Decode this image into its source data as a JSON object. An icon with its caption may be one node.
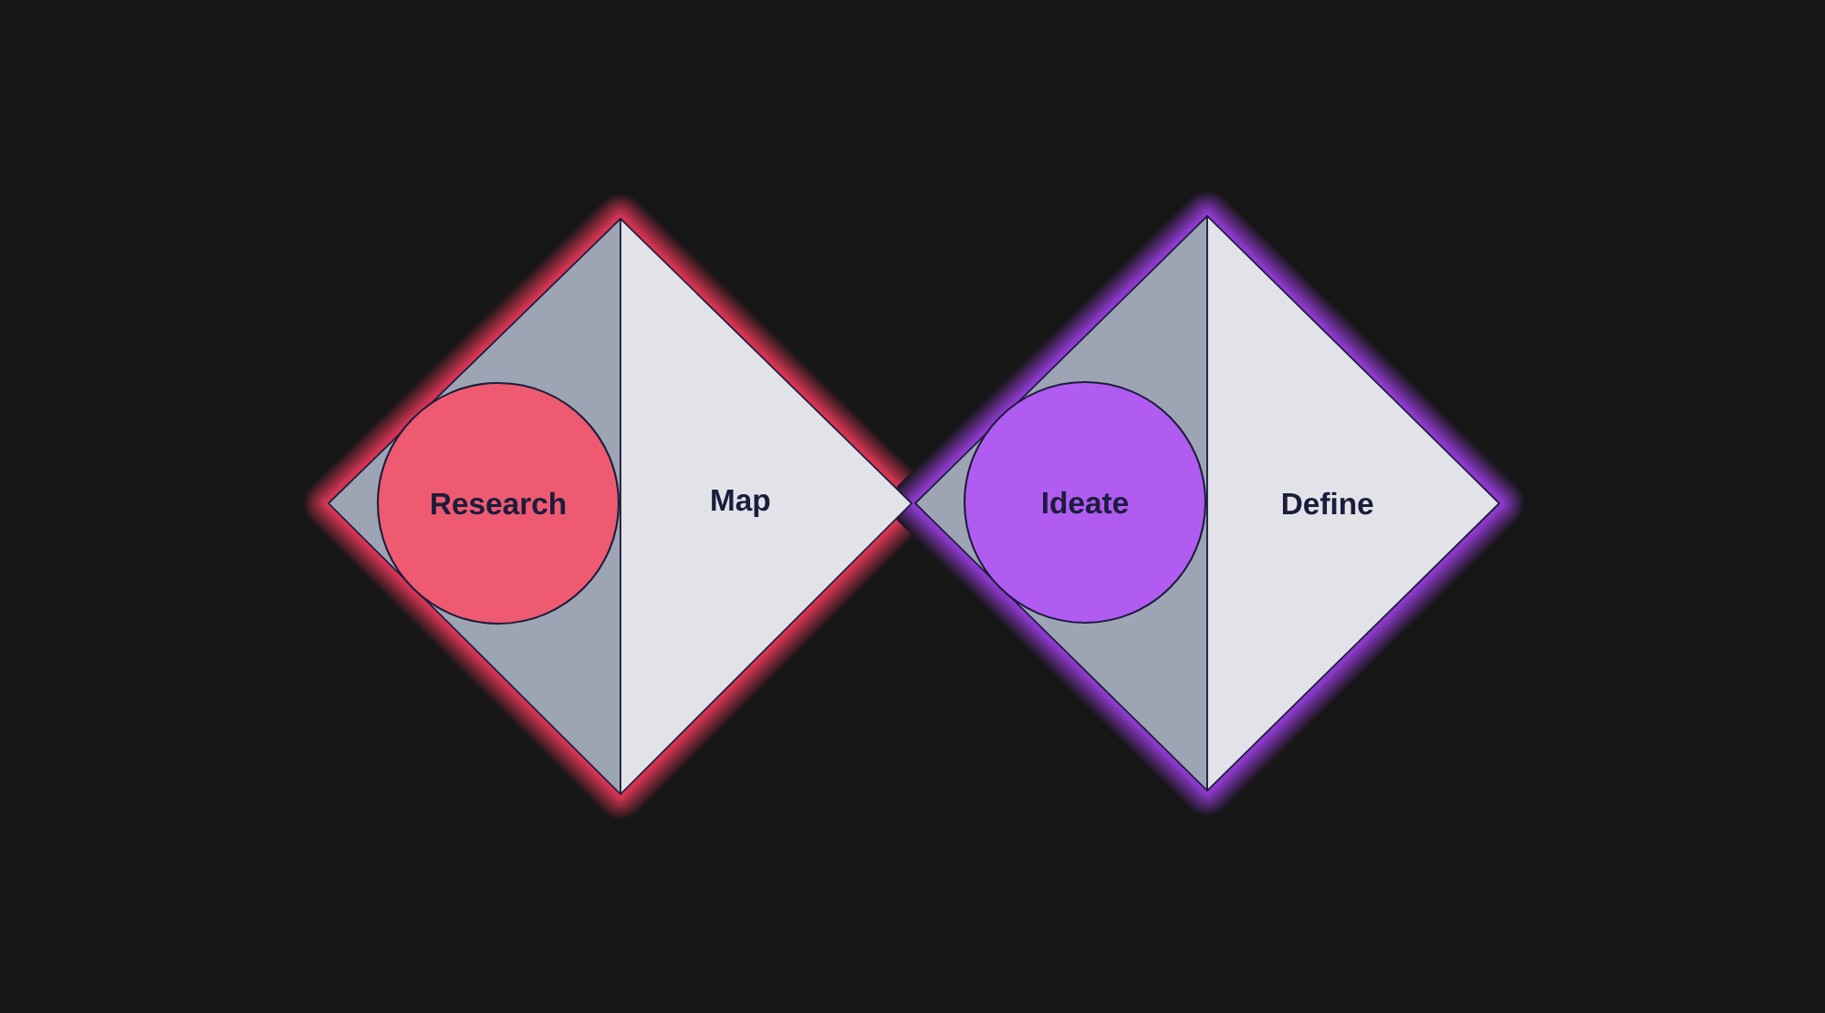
{
  "diagram": {
    "nodes": [
      {
        "text": [
          "Research"
        ]
      },
      {
        "text": [
          "Map"
        ]
      },
      {
        "text": [
          "Ideate"
        ]
      },
      {
        "text": [
          "Define"
        ]
      }
    ]
  }
}
